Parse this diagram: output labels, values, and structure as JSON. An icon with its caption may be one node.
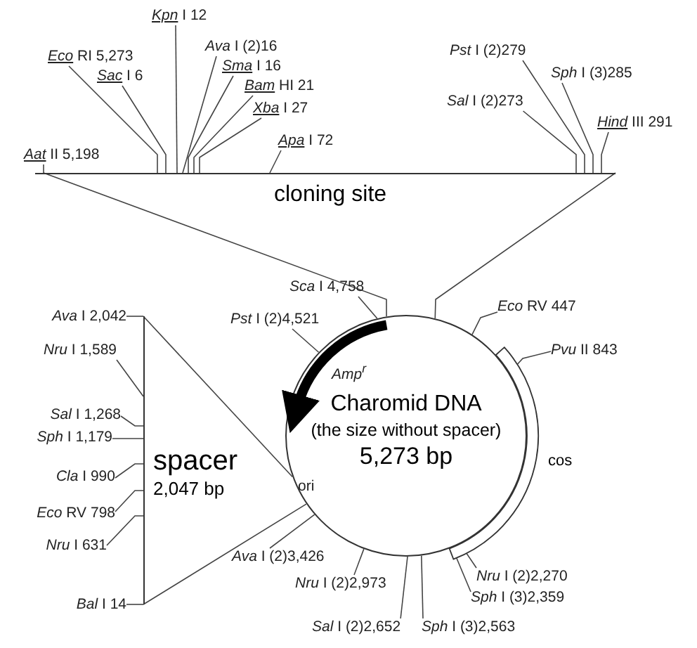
{
  "diagram": {
    "nodes": [
      {
        "text": [
          "*Kpn* I 12"
        ]
      },
      {
        "text": [
          "*Ava* I (2)16"
        ]
      },
      {
        "text": [
          "*Eco* RI 5,273"
        ]
      },
      {
        "text": [
          "*Sma* I 16"
        ]
      },
      {
        "text": [
          "*Sac* I 6"
        ]
      },
      {
        "text": [
          "*Bam* HI 21"
        ]
      },
      {
        "text": [
          "*Xba* I 27"
        ]
      },
      {
        "text": [
          "*Pst* I (2)279"
        ]
      },
      {
        "text": [
          "*Sph* I (3)285"
        ]
      },
      {
        "text": [
          "*Apa* I 72"
        ]
      },
      {
        "text": [
          "*Sal* I (2)273"
        ]
      },
      {
        "text": [
          "*Hind* III 291"
        ]
      },
      {
        "text": [
          "*Aat* II 5,198"
        ]
      },
      {
        "text": [
          "cloning site"
        ]
      },
      {
        "text": [
          "*Sca* I 4,758"
        ]
      },
      {
        "text": [
          "*Pst* I (2)4,521"
        ]
      },
      {
        "text": [
          "*Eco* RV 447"
        ]
      },
      {
        "text": [
          "*Ava* I 2,042"
        ]
      },
      {
        "text": [
          "*Pvu* II 843"
        ]
      },
      {
        "text": [
          "*Nru* I 1,589"
        ]
      },
      {
        "text": [
          "Charomid DNA",
          "(the size without spacer)",
          "5,273 bp"
        ]
      },
      {
        "text": [
          "*Sal* I 1,268"
        ]
      },
      {
        "text": [
          "*Sph* I 1,179"
        ]
      },
      {
        "text": [
          "spacer",
          "2,047 bp"
        ]
      },
      {
        "text": [
          "*Cla* I 990"
        ]
      },
      {
        "text": [
          "*Eco* RV 798"
        ]
      },
      {
        "text": [
          "*Nru* I 631"
        ]
      },
      {
        "text": [
          "*Ava* I (2)3,426"
        ]
      },
      {
        "text": [
          "*Nru* I (2)2,973"
        ]
      },
      {
        "text": [
          "*Nru* I (2)2,270"
        ]
      },
      {
        "text": [
          "*Sph* I (3)2,359"
        ]
      },
      {
        "text": [
          "*Bal* I 14"
        ]
      },
      {
        "text": [
          "*Sal* I (2)2,652"
        ]
      },
      {
        "text": [
          "*Sph* I (3)2,563"
        ]
      },
      {
        "text": [
          "cos"
        ]
      }
    ],
    "edges": [
      {
        "from": 0,
        "to": 13,
        "arrow": "none"
      },
      {
        "from": 1,
        "to": 13,
        "arrow": "none"
      },
      {
        "from": 2,
        "to": 13,
        "arrow": "none"
      },
      {
        "from": 3,
        "to": 13,
        "arrow": "none"
      },
      {
        "from": 4,
        "to": 13,
        "arrow": "none"
      },
      {
        "from": 5,
        "to": 13,
        "arrow": "none"
      },
      {
        "from": 6,
        "to": 13,
        "arrow": "none"
      },
      {
        "from": 7,
        "to": 13,
        "arrow": "none"
      },
      {
        "from": 8,
        "to": 13,
        "arrow": "none"
      },
      {
        "from": 9,
        "to": 13,
        "arrow": "none"
      },
      {
        "from": 10,
        "to": 13,
        "arrow": "none"
      },
      {
        "from": 11,
        "to": 13,
        "arrow": "none"
      },
      {
        "from": 12,
        "to": 13,
        "arrow": "none"
      },
      {
        "from": 14,
        "to": 20,
        "arrow": "none"
      },
      {
        "from": 15,
        "to": 20,
        "arrow": "none"
      },
      {
        "from": 16,
        "to": 20,
        "arrow": "none"
      },
      {
        "from": 17,
        "to": 23,
        "arrow": "none"
      },
      {
        "from": 18,
        "to": 20,
        "arrow": "none"
      },
      {
        "from": 19,
        "to": 23,
        "arrow": "none"
      },
      {
        "from": 21,
        "to": 23,
        "arrow": "none"
      },
      {
        "from": 22,
        "to": 23,
        "arrow": "none"
      },
      {
        "from": 24,
        "to": 23,
        "arrow": "none"
      },
      {
        "from": 25,
        "to": 23,
        "arrow": "none"
      },
      {
        "from": 26,
        "to": 23,
        "arrow": "none"
      },
      {
        "from": 27,
        "to": 20,
        "arrow": "none"
      },
      {
        "from": 28,
        "to": 20,
        "arrow": "none"
      },
      {
        "from": 29,
        "to": 20,
        "arrow": "none"
      },
      {
        "from": 30,
        "to": 20,
        "arrow": "none"
      },
      {
        "from": 31,
        "to": 23,
        "arrow": "none"
      },
      {
        "from": 32,
        "to": 20,
        "arrow": "none"
      },
      {
        "from": 33,
        "to": 20,
        "arrow": "none"
      },
      {
        "from": 13,
        "to": 20,
        "arrow": "none"
      },
      {
        "from": 13,
        "to": 20,
        "arrow": "none"
      },
      {
        "from": 23,
        "to": 20,
        "arrow": "none"
      },
      {
        "from": 23,
        "to": 20,
        "arrow": "none"
      }
    ],
    "labels": [
      "Amp$^{r}$",
      "ori"
    ]
  }
}
